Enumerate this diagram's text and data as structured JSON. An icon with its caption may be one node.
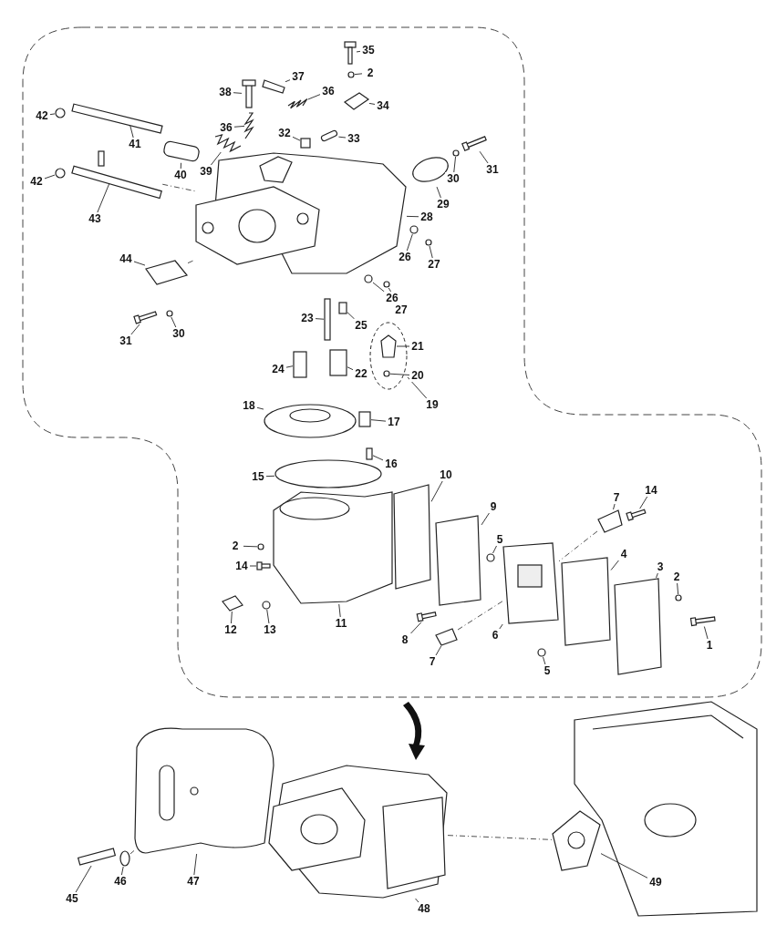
{
  "diagram": {
    "nodes": [
      {
        "text": [
          "35"
        ]
      },
      {
        "text": [
          "2"
        ]
      },
      {
        "text": [
          "37"
        ]
      },
      {
        "text": [
          "38"
        ]
      },
      {
        "text": [
          "36"
        ]
      },
      {
        "text": [
          "34"
        ]
      },
      {
        "text": [
          "42"
        ]
      },
      {
        "text": [
          "41"
        ]
      },
      {
        "text": [
          "36"
        ]
      },
      {
        "text": [
          "33"
        ]
      },
      {
        "text": [
          "32"
        ]
      },
      {
        "text": [
          "40"
        ]
      },
      {
        "text": [
          "31"
        ]
      },
      {
        "text": [
          "30"
        ]
      },
      {
        "text": [
          "42"
        ]
      },
      {
        "text": [
          "39"
        ]
      },
      {
        "text": [
          "29"
        ]
      },
      {
        "text": [
          "43"
        ]
      },
      {
        "text": [
          "28"
        ]
      },
      {
        "text": [
          "26"
        ]
      },
      {
        "text": [
          "44"
        ]
      },
      {
        "text": [
          "27"
        ]
      },
      {
        "text": [
          "26"
        ]
      },
      {
        "text": [
          "27"
        ]
      },
      {
        "text": [
          "23"
        ]
      },
      {
        "text": [
          "31"
        ]
      },
      {
        "text": [
          "25"
        ]
      },
      {
        "text": [
          "30"
        ]
      },
      {
        "text": [
          "21"
        ]
      },
      {
        "text": [
          "24"
        ]
      },
      {
        "text": [
          "22"
        ]
      },
      {
        "text": [
          "20"
        ]
      },
      {
        "text": [
          "19"
        ]
      },
      {
        "text": [
          "18"
        ]
      },
      {
        "text": [
          "17"
        ]
      },
      {
        "text": [
          "16"
        ]
      },
      {
        "text": [
          "15"
        ]
      },
      {
        "text": [
          "10"
        ]
      },
      {
        "text": [
          "14"
        ]
      },
      {
        "text": [
          "7"
        ]
      },
      {
        "text": [
          "9"
        ]
      },
      {
        "text": [
          "5"
        ]
      },
      {
        "text": [
          "2"
        ]
      },
      {
        "text": [
          "4"
        ]
      },
      {
        "text": [
          "3"
        ]
      },
      {
        "text": [
          "14"
        ]
      },
      {
        "text": [
          "2"
        ]
      },
      {
        "text": [
          "11"
        ]
      },
      {
        "text": [
          "12"
        ]
      },
      {
        "text": [
          "13"
        ]
      },
      {
        "text": [
          "8"
        ]
      },
      {
        "text": [
          "6"
        ]
      },
      {
        "text": [
          "1"
        ]
      },
      {
        "text": [
          "7"
        ]
      },
      {
        "text": [
          "5"
        ]
      },
      {
        "text": [
          "46"
        ]
      },
      {
        "text": [
          "47"
        ]
      },
      {
        "text": [
          "49"
        ]
      },
      {
        "text": [
          "45"
        ]
      },
      {
        "text": [
          "48"
        ]
      },
      {
        "text": [],
        "shape": "bar"
      },
      {
        "text": [],
        "shape": "circle"
      },
      {
        "text": [],
        "shape": "bar"
      },
      {
        "text": [],
        "shape": "bar"
      },
      {
        "text": [],
        "shape": "spring"
      },
      {
        "text": [],
        "shape": "box"
      },
      {
        "text": [],
        "shape": "circle"
      },
      {
        "text": [],
        "shape": "bar"
      },
      {
        "text": [],
        "shape": "spring"
      },
      {
        "text": [],
        "shape": "bar"
      },
      {
        "text": [],
        "shape": "box"
      },
      {
        "text": [],
        "shape": "box"
      },
      {
        "text": [],
        "shape": "bar"
      },
      {
        "text": [],
        "shape": "circle"
      },
      {
        "text": [],
        "shape": "circle"
      },
      {
        "text": [],
        "shape": "spring"
      },
      {
        "text": [],
        "shape": "circle"
      },
      {
        "text": [],
        "shape": "bar"
      },
      {
        "text": [],
        "shape": "picture"
      },
      {
        "text": [],
        "shape": "circle"
      },
      {
        "text": [],
        "shape": "box"
      },
      {
        "text": [],
        "shape": "circle"
      },
      {
        "text": [],
        "shape": "circle"
      },
      {
        "text": [],
        "shape": "circle"
      },
      {
        "text": [],
        "shape": "bar"
      },
      {
        "text": [],
        "shape": "bar"
      },
      {
        "text": [],
        "shape": "box"
      },
      {
        "text": [],
        "shape": "circle"
      },
      {
        "text": [],
        "shape": "circle"
      },
      {
        "text": [],
        "shape": "box"
      },
      {
        "text": [],
        "shape": "box"
      },
      {
        "text": [],
        "shape": "box",
        "in": 88
      },
      {
        "text": [],
        "shape": "circle",
        "in": 88
      },
      {
        "text": [],
        "shape": "circle"
      },
      {
        "text": [],
        "shape": "box"
      },
      {
        "text": [],
        "shape": "box"
      },
      {
        "text": [],
        "shape": "circle"
      },
      {
        "text": [],
        "shape": "box"
      },
      {
        "text": [],
        "shape": "bar"
      },
      {
        "text": [],
        "shape": "box"
      },
      {
        "text": [],
        "shape": "box"
      },
      {
        "text": [],
        "shape": "circle"
      },
      {
        "text": [],
        "shape": "circle"
      },
      {
        "text": [],
        "shape": "box"
      },
      {
        "text": [],
        "shape": "box"
      },
      {
        "text": [],
        "shape": "bar"
      },
      {
        "text": [],
        "shape": "circle"
      },
      {
        "text": [],
        "shape": "picture"
      },
      {
        "text": [],
        "shape": "box"
      },
      {
        "text": [],
        "shape": "circle"
      },
      {
        "text": [],
        "shape": "bar"
      },
      {
        "text": [],
        "shape": "picture"
      },
      {
        "text": [],
        "shape": "bar"
      },
      {
        "text": [],
        "shape": "box"
      },
      {
        "text": [],
        "shape": "circle"
      },
      {
        "text": [],
        "shape": "circle"
      },
      {
        "text": [],
        "shape": "picture"
      },
      {
        "text": [],
        "shape": "picture"
      },
      {
        "text": [],
        "shape": "bar"
      },
      {
        "text": [],
        "shape": "picture"
      }
    ],
    "edges": [
      {
        "from": 0,
        "to": 60,
        "arrow": "none"
      },
      {
        "from": 1,
        "to": 61,
        "arrow": "none"
      },
      {
        "from": 2,
        "to": 62,
        "arrow": "none"
      },
      {
        "from": 3,
        "to": 63,
        "arrow": "none"
      },
      {
        "from": 4,
        "to": 64,
        "arrow": "none"
      },
      {
        "from": 5,
        "to": 65,
        "arrow": "none"
      },
      {
        "from": 6,
        "to": 66,
        "arrow": "none"
      },
      {
        "from": 7,
        "to": 67,
        "arrow": "none"
      },
      {
        "from": 8,
        "to": 68,
        "arrow": "none"
      },
      {
        "from": 9,
        "to": 69,
        "arrow": "none"
      },
      {
        "from": 10,
        "to": 70,
        "arrow": "none"
      },
      {
        "from": 11,
        "to": 71,
        "arrow": "none"
      },
      {
        "from": 12,
        "to": 72,
        "arrow": "none"
      },
      {
        "from": 13,
        "to": 73,
        "arrow": "none"
      },
      {
        "from": 14,
        "to": 74,
        "arrow": "none"
      },
      {
        "from": 15,
        "to": 75,
        "arrow": "none"
      },
      {
        "from": 16,
        "to": 76,
        "arrow": "none"
      },
      {
        "from": 17,
        "to": 77,
        "arrow": "none"
      },
      {
        "from": 18,
        "to": 78,
        "arrow": "none"
      },
      {
        "from": 19,
        "to": 79,
        "arrow": "none"
      },
      {
        "from": 20,
        "to": 80,
        "arrow": "none"
      },
      {
        "from": 21,
        "to": 81,
        "arrow": "none"
      },
      {
        "from": 22,
        "to": 82,
        "arrow": "none"
      },
      {
        "from": 23,
        "to": 83,
        "arrow": "none"
      },
      {
        "from": 24,
        "to": 84,
        "arrow": "none"
      },
      {
        "from": 25,
        "to": 85,
        "arrow": "none"
      },
      {
        "from": 26,
        "to": 86,
        "arrow": "none"
      },
      {
        "from": 27,
        "to": 87,
        "arrow": "none"
      },
      {
        "from": 28,
        "to": 91,
        "arrow": "none"
      },
      {
        "from": 29,
        "to": 89,
        "arrow": "none"
      },
      {
        "from": 30,
        "to": 90,
        "arrow": "none"
      },
      {
        "from": 31,
        "to": 92,
        "arrow": "none"
      },
      {
        "from": 32,
        "to": 88,
        "arrow": "none"
      },
      {
        "from": 33,
        "to": 93,
        "arrow": "none"
      },
      {
        "from": 34,
        "to": 94,
        "arrow": "none"
      },
      {
        "from": 35,
        "to": 95,
        "arrow": "none"
      },
      {
        "from": 36,
        "to": 96,
        "arrow": "none"
      },
      {
        "from": 37,
        "to": 97,
        "arrow": "none"
      },
      {
        "from": 38,
        "to": 98,
        "arrow": "none"
      },
      {
        "from": 39,
        "to": 99,
        "arrow": "none"
      },
      {
        "from": 40,
        "to": 100,
        "arrow": "none"
      },
      {
        "from": 41,
        "to": 101,
        "arrow": "none"
      },
      {
        "from": 42,
        "to": 102,
        "arrow": "none"
      },
      {
        "from": 43,
        "to": 103,
        "arrow": "none"
      },
      {
        "from": 44,
        "to": 104,
        "arrow": "none"
      },
      {
        "from": 45,
        "to": 105,
        "arrow": "none"
      },
      {
        "from": 46,
        "to": 106,
        "arrow": "none"
      },
      {
        "from": 47,
        "to": 107,
        "arrow": "none"
      },
      {
        "from": 48,
        "to": 108,
        "arrow": "none"
      },
      {
        "from": 49,
        "to": 109,
        "arrow": "none"
      },
      {
        "from": 50,
        "to": 110,
        "arrow": "none"
      },
      {
        "from": 51,
        "to": 111,
        "arrow": "none"
      },
      {
        "from": 52,
        "to": 112,
        "arrow": "none"
      },
      {
        "from": 53,
        "to": 113,
        "arrow": "none"
      },
      {
        "from": 54,
        "to": 114,
        "arrow": "none"
      },
      {
        "from": 55,
        "to": 115,
        "arrow": "none"
      },
      {
        "from": 56,
        "to": 116,
        "arrow": "none"
      },
      {
        "from": 57,
        "to": 117,
        "arrow": "none"
      },
      {
        "from": 58,
        "to": 118,
        "arrow": "none"
      },
      {
        "from": 59,
        "to": 119,
        "arrow": "none"
      },
      {
        "from": 77,
        "to": 78,
        "arrow": "none",
        "style": "dashed"
      },
      {
        "from": 80,
        "to": 78,
        "arrow": "none",
        "style": "dashed"
      },
      {
        "from": 99,
        "to": 111,
        "arrow": "none",
        "style": "dashed"
      },
      {
        "from": 113,
        "to": 111,
        "arrow": "none",
        "style": "dashed"
      },
      {
        "from": 115,
        "to": 116,
        "arrow": "none",
        "style": "dashed"
      },
      {
        "from": 119,
        "to": 117,
        "arrow": "none",
        "style": "dashed"
      }
    ]
  }
}
